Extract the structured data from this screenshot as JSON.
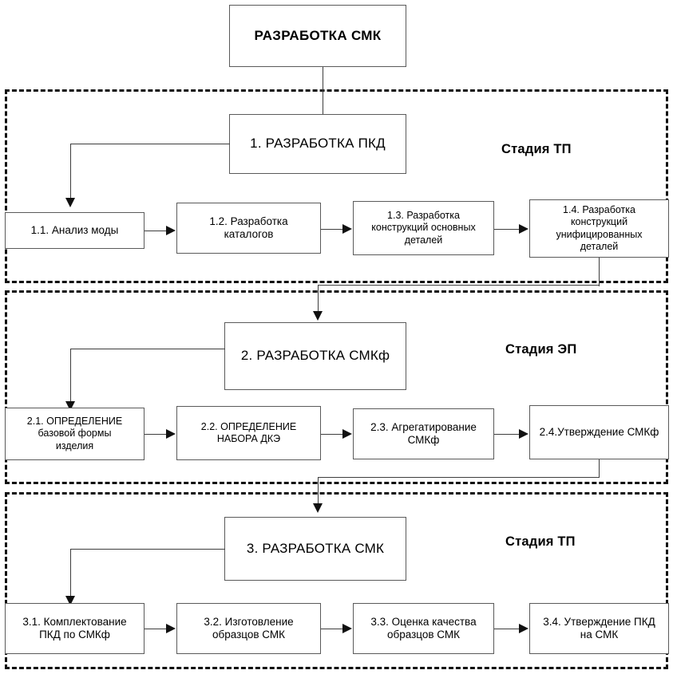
{
  "diagram": {
    "title_box": {
      "label": "РАЗРАБОТКА СМК"
    },
    "stages": [
      {
        "id": "stage-1",
        "caption": "Стадия ТП",
        "header": {
          "label": "1. РАЗРАБОТКА ПКД"
        },
        "tasks": [
          {
            "id": "1.1",
            "label": "1.1. Анализ моды"
          },
          {
            "id": "1.2",
            "label": "1.2. Разработка\nкаталогов"
          },
          {
            "id": "1.3",
            "label": "1.3. Разработка\nконструкций основных\nдеталей"
          },
          {
            "id": "1.4",
            "label": "1.4. Разработка\nконструкций\nунифицированных\nдеталей"
          }
        ]
      },
      {
        "id": "stage-2",
        "caption": "Стадия ЭП",
        "header": {
          "label": "2. РАЗРАБОТКА СМКф"
        },
        "tasks": [
          {
            "id": "2.1",
            "label": "2.1. ОПРЕДЕЛЕНИЕ\nбазовой формы\nизделия"
          },
          {
            "id": "2.2",
            "label": "2.2. ОПРЕДЕЛЕНИЕ\nНАБОРА ДКЭ"
          },
          {
            "id": "2.3",
            "label": "2.3. Агрегатирование\nСМКф"
          },
          {
            "id": "2.4",
            "label": "2.4.Утверждение  СМКф"
          }
        ]
      },
      {
        "id": "stage-3",
        "caption": "Стадия ТП",
        "header": {
          "label": "3. РАЗРАБОТКА СМК"
        },
        "tasks": [
          {
            "id": "3.1",
            "label": "3.1. Комплектование\nПКД по  СМКф"
          },
          {
            "id": "3.2",
            "label": "3.2. Изготовление\nобразцов СМК"
          },
          {
            "id": "3.3",
            "label": "3.3. Оценка качества\nобразцов СМК"
          },
          {
            "id": "3.4",
            "label": "3.4. Утверждение ПКД\nна СМК"
          }
        ]
      }
    ],
    "colors": {
      "box_border": "#5a5a5a",
      "frame_border": "#111111",
      "connector": "#3d3d3d",
      "text": "#000000",
      "background": "#ffffff"
    }
  }
}
